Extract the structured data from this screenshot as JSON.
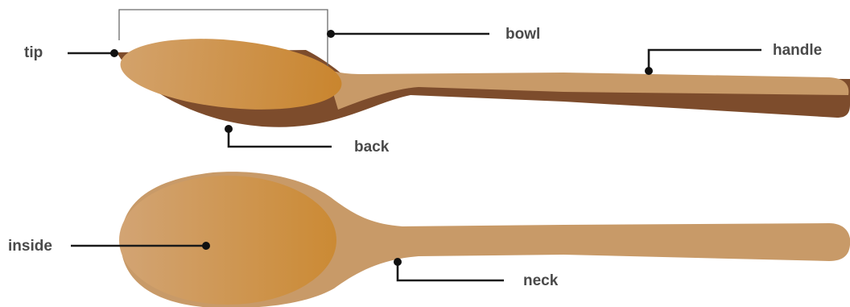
{
  "labels": {
    "tip": "tip",
    "bowl": "bowl",
    "handle": "handle",
    "back": "back",
    "inside": "inside",
    "neck": "neck"
  },
  "colors": {
    "wood_light": "#c89a68",
    "wood_bowl": "#cd8e40",
    "wood_dark": "#7d4c2c",
    "leader_line": "#1a1a1a",
    "label_text": "#4a4a4a"
  }
}
